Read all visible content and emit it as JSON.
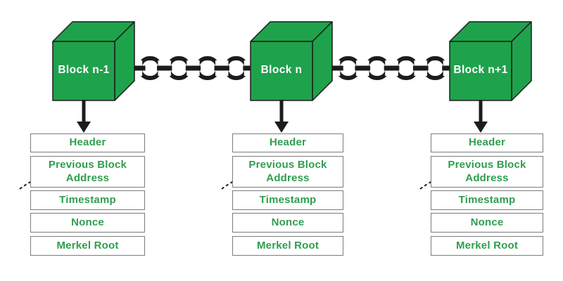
{
  "blocks": [
    {
      "label": "Block n-1",
      "fields": [
        "Header",
        "Previous Block Address",
        "Timestamp",
        "Nonce",
        "Merkel Root"
      ]
    },
    {
      "label": "Block n",
      "fields": [
        "Header",
        "Previous Block Address",
        "Timestamp",
        "Nonce",
        "Merkel Root"
      ]
    },
    {
      "label": "Block n+1",
      "fields": [
        "Header",
        "Previous Block Address",
        "Timestamp",
        "Nonce",
        "Merkel Root"
      ]
    }
  ],
  "colors": {
    "cube_green": "#1FA24C",
    "field_text_green": "#2F9E4F",
    "line_black": "#1C1C1C",
    "box_border_gray": "#7C7C7C",
    "background": "#FFFFFF",
    "cube_label_text": "#FFFFFF"
  }
}
